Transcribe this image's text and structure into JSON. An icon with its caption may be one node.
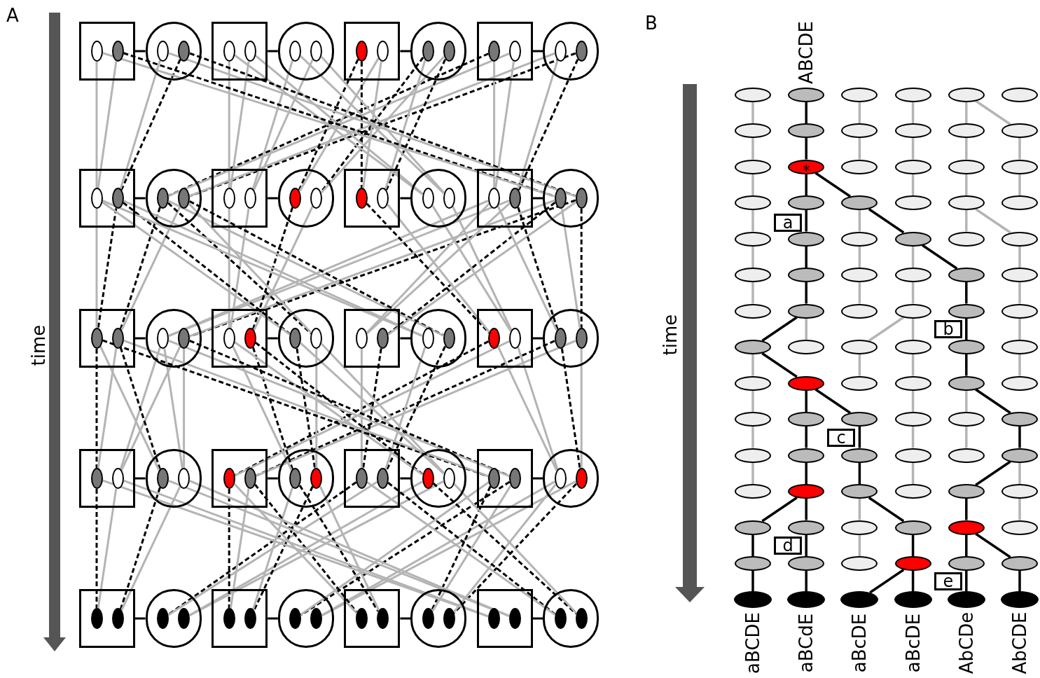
{
  "diagram": {
    "nodes": [
      {
        "text": [],
        "shape": "box"
      },
      {
        "text": [],
        "shape": "ellipse",
        "in": 0
      },
      {
        "text": [],
        "shape": "ellipse",
        "in": 0
      },
      {
        "text": [],
        "shape": "circle"
      },
      {
        "text": [],
        "shape": "ellipse",
        "in": 3
      },
      {
        "text": [],
        "shape": "ellipse",
        "in": 3
      },
      {
        "text": [],
        "shape": "box"
      },
      {
        "text": [],
        "shape": "ellipse",
        "in": 6
      },
      {
        "text": [],
        "shape": "ellipse",
        "in": 6
      },
      {
        "text": [],
        "shape": "circle"
      },
      {
        "text": [],
        "shape": "ellipse",
        "in": 9
      },
      {
        "text": [],
        "shape": "ellipse",
        "in": 9
      },
      {
        "text": [],
        "shape": "box"
      },
      {
        "text": [],
        "shape": "ellipse",
        "in": 12
      },
      {
        "text": [],
        "shape": "ellipse",
        "in": 12
      },
      {
        "text": [],
        "shape": "circle"
      },
      {
        "text": [],
        "shape": "ellipse",
        "in": 15
      },
      {
        "text": [],
        "shape": "ellipse",
        "in": 15
      },
      {
        "text": [],
        "shape": "box"
      },
      {
        "text": [],
        "shape": "ellipse",
        "in": 18
      },
      {
        "text": [],
        "shape": "ellipse",
        "in": 18
      },
      {
        "text": [],
        "shape": "circle"
      },
      {
        "text": [],
        "shape": "ellipse",
        "in": 21
      },
      {
        "text": [],
        "shape": "ellipse",
        "in": 21
      },
      {
        "text": [],
        "shape": "box"
      },
      {
        "text": [],
        "shape": "ellipse",
        "in": 24
      },
      {
        "text": [],
        "shape": "ellipse",
        "in": 24
      },
      {
        "text": [],
        "shape": "circle"
      },
      {
        "text": [],
        "shape": "ellipse",
        "in": 27
      },
      {
        "text": [],
        "shape": "ellipse",
        "in": 27
      },
      {
        "text": [],
        "shape": "box"
      },
      {
        "text": [],
        "shape": "ellipse",
        "in": 30
      },
      {
        "text": [],
        "shape": "ellipse",
        "in": 30
      },
      {
        "text": [],
        "shape": "circle"
      },
      {
        "text": [],
        "shape": "ellipse",
        "in": 33
      },
      {
        "text": [],
        "shape": "ellipse",
        "in": 33
      },
      {
        "text": [],
        "shape": "box"
      },
      {
        "text": [],
        "shape": "ellipse",
        "in": 36
      },
      {
        "text": [],
        "shape": "ellipse",
        "in": 36
      },
      {
        "text": [],
        "shape": "circle"
      },
      {
        "text": [],
        "shape": "ellipse",
        "in": 39
      },
      {
        "text": [],
        "shape": "ellipse",
        "in": 39
      },
      {
        "text": [],
        "shape": "box"
      },
      {
        "text": [],
        "shape": "ellipse",
        "in": 42
      },
      {
        "text": [],
        "shape": "ellipse",
        "in": 42
      },
      {
        "text": [],
        "shape": "circle"
      },
      {
        "text": [],
        "shape": "ellipse",
        "in": 45
      },
      {
        "text": [],
        "shape": "ellipse",
        "in": 45
      },
      {
        "text": [],
        "shape": "box"
      },
      {
        "text": [],
        "shape": "ellipse",
        "in": 48
      },
      {
        "text": [],
        "shape": "ellipse",
        "in": 48
      },
      {
        "text": [],
        "shape": "circle"
      },
      {
        "text": [],
        "shape": "ellipse",
        "in": 51
      },
      {
        "text": [],
        "shape": "ellipse",
        "in": 51
      },
      {
        "text": [],
        "shape": "box"
      },
      {
        "text": [],
        "shape": "ellipse",
        "in": 54
      },
      {
        "text": [],
        "shape": "ellipse",
        "in": 54
      },
      {
        "text": [],
        "shape": "circle"
      },
      {
        "text": [],
        "shape": "ellipse",
        "in": 57
      },
      {
        "text": [],
        "shape": "ellipse",
        "in": 57
      },
      {
        "text": [],
        "shape": "box"
      },
      {
        "text": [],
        "shape": "ellipse",
        "in": 60
      },
      {
        "text": [],
        "shape": "ellipse",
        "in": 60
      },
      {
        "text": [],
        "shape": "circle"
      },
      {
        "text": [],
        "shape": "ellipse",
        "in": 63
      },
      {
        "text": [],
        "shape": "ellipse",
        "in": 63
      },
      {
        "text": [],
        "shape": "box"
      },
      {
        "text": [],
        "shape": "ellipse",
        "in": 66
      },
      {
        "text": [],
        "shape": "ellipse",
        "in": 66
      },
      {
        "text": [],
        "shape": "circle"
      },
      {
        "text": [],
        "shape": "ellipse",
        "in": 69
      },
      {
        "text": [],
        "shape": "ellipse",
        "in": 69
      },
      {
        "text": [],
        "shape": "box"
      },
      {
        "text": [],
        "shape": "ellipse",
        "in": 72
      },
      {
        "text": [],
        "shape": "ellipse",
        "in": 72
      },
      {
        "text": [],
        "shape": "circle"
      },
      {
        "text": [],
        "shape": "ellipse",
        "in": 75
      },
      {
        "text": [],
        "shape": "ellipse",
        "in": 75
      },
      {
        "text": [],
        "shape": "box"
      },
      {
        "text": [],
        "shape": "ellipse",
        "in": 78
      },
      {
        "text": [],
        "shape": "ellipse",
        "in": 78
      },
      {
        "text": [],
        "shape": "circle"
      },
      {
        "text": [],
        "shape": "ellipse",
        "in": 81
      },
      {
        "text": [],
        "shape": "ellipse",
        "in": 81
      },
      {
        "text": [],
        "shape": "box"
      },
      {
        "text": [],
        "shape": "ellipse",
        "in": 84
      },
      {
        "text": [],
        "shape": "ellipse",
        "in": 84
      },
      {
        "text": [],
        "shape": "circle"
      },
      {
        "text": [],
        "shape": "ellipse",
        "in": 87
      },
      {
        "text": [],
        "shape": "ellipse",
        "in": 87
      },
      {
        "text": [],
        "shape": "box"
      },
      {
        "text": [],
        "shape": "ellipse",
        "in": 90
      },
      {
        "text": [],
        "shape": "ellipse",
        "in": 90
      },
      {
        "text": [],
        "shape": "circle"
      },
      {
        "text": [],
        "shape": "ellipse",
        "in": 93
      },
      {
        "text": [],
        "shape": "ellipse",
        "in": 93
      },
      {
        "text": [],
        "shape": "box"
      },
      {
        "text": [],
        "shape": "ellipse",
        "in": 96
      },
      {
        "text": [],
        "shape": "ellipse",
        "in": 96
      },
      {
        "text": [],
        "shape": "circle"
      },
      {
        "text": [],
        "shape": "ellipse",
        "in": 99
      },
      {
        "text": [],
        "shape": "ellipse",
        "in": 99
      },
      {
        "text": [],
        "shape": "box"
      },
      {
        "text": [],
        "shape": "ellipse",
        "in": 102
      },
      {
        "text": [],
        "shape": "ellipse",
        "in": 102
      },
      {
        "text": [],
        "shape": "circle"
      },
      {
        "text": [],
        "shape": "ellipse",
        "in": 105
      },
      {
        "text": [],
        "shape": "ellipse",
        "in": 105
      },
      {
        "text": [],
        "shape": "box"
      },
      {
        "text": [],
        "shape": "ellipse",
        "in": 108
      },
      {
        "text": [],
        "shape": "ellipse",
        "in": 108
      },
      {
        "text": [],
        "shape": "circle"
      },
      {
        "text": [],
        "shape": "ellipse",
        "in": 111
      },
      {
        "text": [],
        "shape": "ellipse",
        "in": 111
      },
      {
        "text": [],
        "shape": "box"
      },
      {
        "text": [],
        "shape": "ellipse",
        "in": 114
      },
      {
        "text": [],
        "shape": "ellipse",
        "in": 114
      },
      {
        "text": [],
        "shape": "circle"
      },
      {
        "text": [],
        "shape": "ellipse",
        "in": 117
      },
      {
        "text": [],
        "shape": "ellipse",
        "in": 117
      },
      {
        "text": [],
        "shape": "ellipse"
      },
      {
        "text": [],
        "shape": "ellipse",
        "beside": [
          "ABCDE"
        ]
      },
      {
        "text": [],
        "shape": "ellipse"
      },
      {
        "text": [],
        "shape": "ellipse"
      },
      {
        "text": [],
        "shape": "ellipse"
      },
      {
        "text": [],
        "shape": "ellipse"
      },
      {
        "text": [],
        "shape": "ellipse"
      },
      {
        "text": [],
        "shape": "ellipse"
      },
      {
        "text": [],
        "shape": "ellipse"
      },
      {
        "text": [],
        "shape": "ellipse"
      },
      {
        "text": [],
        "shape": "ellipse"
      },
      {
        "text": [],
        "shape": "ellipse"
      },
      {
        "text": [],
        "shape": "ellipse"
      },
      {
        "text": [
          "*"
        ]
      },
      {
        "text": [],
        "shape": "ellipse"
      },
      {
        "text": [],
        "shape": "ellipse"
      },
      {
        "text": [],
        "shape": "ellipse"
      },
      {
        "text": [],
        "shape": "ellipse"
      },
      {
        "text": [],
        "shape": "ellipse"
      },
      {
        "text": [],
        "shape": "ellipse"
      },
      {
        "text": [],
        "shape": "ellipse"
      },
      {
        "text": [],
        "shape": "ellipse"
      },
      {
        "text": [],
        "shape": "ellipse"
      },
      {
        "text": [],
        "shape": "ellipse"
      },
      {
        "text": [],
        "shape": "ellipse"
      },
      {
        "text": [],
        "shape": "ellipse"
      },
      {
        "text": [],
        "shape": "ellipse"
      },
      {
        "text": [],
        "shape": "ellipse"
      },
      {
        "text": [],
        "shape": "ellipse"
      },
      {
        "text": [],
        "shape": "ellipse"
      },
      {
        "text": [],
        "shape": "ellipse"
      },
      {
        "text": [],
        "shape": "ellipse"
      },
      {
        "text": [],
        "shape": "ellipse"
      },
      {
        "text": [],
        "shape": "ellipse"
      },
      {
        "text": [],
        "shape": "ellipse"
      },
      {
        "text": [],
        "shape": "ellipse"
      },
      {
        "text": [],
        "shape": "ellipse"
      },
      {
        "text": [],
        "shape": "ellipse"
      },
      {
        "text": [],
        "shape": "ellipse"
      },
      {
        "text": [],
        "shape": "ellipse"
      },
      {
        "text": [],
        "shape": "ellipse"
      },
      {
        "text": [],
        "shape": "ellipse"
      },
      {
        "text": [],
        "shape": "ellipse"
      },
      {
        "text": [],
        "shape": "ellipse"
      },
      {
        "text": [],
        "shape": "ellipse"
      },
      {
        "text": [],
        "shape": "ellipse"
      },
      {
        "text": [],
        "shape": "ellipse"
      },
      {
        "text": [],
        "shape": "ellipse"
      },
      {
        "text": [],
        "shape": "ellipse"
      },
      {
        "text": [],
        "shape": "ellipse"
      },
      {
        "text": [],
        "shape": "ellipse"
      },
      {
        "text": [],
        "shape": "ellipse"
      },
      {
        "text": [],
        "shape": "ellipse"
      },
      {
        "text": [],
        "shape": "ellipse"
      },
      {
        "text": [],
        "shape": "ellipse"
      },
      {
        "text": [],
        "shape": "ellipse"
      },
      {
        "text": [],
        "shape": "ellipse"
      },
      {
        "text": [],
        "shape": "ellipse"
      },
      {
        "text": [],
        "shape": "ellipse"
      },
      {
        "text": [],
        "shape": "ellipse"
      },
      {
        "text": [],
        "shape": "ellipse"
      },
      {
        "text": [],
        "shape": "ellipse"
      },
      {
        "text": [],
        "shape": "ellipse"
      },
      {
        "text": [],
        "shape": "ellipse"
      },
      {
        "text": [],
        "shape": "ellipse"
      },
      {
        "text": [],
        "shape": "ellipse"
      },
      {
        "text": [],
        "shape": "ellipse"
      },
      {
        "text": [],
        "shape": "ellipse"
      },
      {
        "text": [],
        "shape": "ellipse"
      },
      {
        "text": [],
        "shape": "ellipse"
      },
      {
        "text": [],
        "shape": "ellipse"
      },
      {
        "text": [],
        "shape": "ellipse"
      },
      {
        "text": [],
        "shape": "ellipse"
      },
      {
        "text": [],
        "shape": "ellipse"
      },
      {
        "text": [],
        "shape": "ellipse"
      },
      {
        "text": [],
        "shape": "ellipse"
      },
      {
        "text": [],
        "shape": "ellipse"
      },
      {
        "text": [],
        "shape": "ellipse"
      },
      {
        "text": [],
        "shape": "ellipse"
      },
      {
        "text": [],
        "shape": "ellipse"
      },
      {
        "text": [],
        "shape": "ellipse"
      },
      {
        "text": [],
        "shape": "ellipse"
      },
      {
        "text": [],
        "shape": "ellipse"
      },
      {
        "text": [],
        "shape": "ellipse"
      },
      {
        "text": [],
        "shape": "ellipse",
        "beside": [
          "aBCDE"
        ]
      },
      {
        "text": [],
        "shape": "ellipse",
        "beside": [
          "aBCdE"
        ]
      },
      {
        "text": [],
        "shape": "ellipse",
        "beside": [
          "aBcDE"
        ]
      },
      {
        "text": [],
        "shape": "ellipse",
        "beside": [
          "aBcDE"
        ]
      },
      {
        "text": [],
        "shape": "ellipse",
        "beside": [
          "AbCDe"
        ]
      },
      {
        "text": [],
        "shape": "ellipse",
        "beside": [
          "AbCDE"
        ]
      },
      {
        "text": [
          "a"
        ]
      },
      {
        "text": [
          "b"
        ]
      },
      {
        "text": [
          "c"
        ]
      },
      {
        "text": [
          "d"
        ]
      },
      {
        "text": [
          "e"
        ]
      }
    ],
    "edges": [
      {
        "from": 0,
        "to": 3,
        "arrow": "none",
        "color": "#000000"
      },
      {
        "from": 6,
        "to": 9,
        "arrow": "none",
        "color": "#000000"
      },
      {
        "from": 12,
        "to": 15,
        "arrow": "none",
        "color": "#000000"
      },
      {
        "from": 18,
        "to": 21,
        "arrow": "none",
        "color": "#000000"
      },
      {
        "from": 24,
        "to": 27,
        "arrow": "none",
        "color": "#000000"
      },
      {
        "from": 30,
        "to": 33,
        "arrow": "none",
        "color": "#000000"
      },
      {
        "from": 36,
        "to": 39,
        "arrow": "none",
        "color": "#000000"
      },
      {
        "from": 42,
        "to": 45,
        "arrow": "none",
        "color": "#000000"
      },
      {
        "from": 48,
        "to": 51,
        "arrow": "none",
        "color": "#000000"
      },
      {
        "from": 54,
        "to": 57,
        "arrow": "none",
        "color": "#000000"
      },
      {
        "from": 60,
        "to": 63,
        "arrow": "none",
        "color": "#000000"
      },
      {
        "from": 66,
        "to": 69,
        "arrow": "none",
        "color": "#000000"
      },
      {
        "from": 72,
        "to": 75,
        "arrow": "none",
        "color": "#000000"
      },
      {
        "from": 78,
        "to": 81,
        "arrow": "none",
        "color": "#000000"
      },
      {
        "from": 84,
        "to": 87,
        "arrow": "none",
        "color": "#000000"
      },
      {
        "from": 90,
        "to": 93,
        "arrow": "none",
        "color": "#000000"
      },
      {
        "from": 96,
        "to": 99,
        "arrow": "none",
        "color": "#000000"
      },
      {
        "from": 102,
        "to": 105,
        "arrow": "none",
        "color": "#000000"
      },
      {
        "from": 108,
        "to": 111,
        "arrow": "none",
        "color": "#000000"
      },
      {
        "from": 114,
        "to": 117,
        "arrow": "none",
        "color": "#000000"
      },
      {
        "from": 1,
        "to": 25,
        "arrow": "none"
      },
      {
        "from": 2,
        "to": 25,
        "arrow": "none"
      },
      {
        "from": 5,
        "to": 26,
        "arrow": "none",
        "style": "dashed",
        "color": "#000000"
      },
      {
        "from": 4,
        "to": 26,
        "arrow": "none"
      },
      {
        "from": 19,
        "to": 28,
        "arrow": "none",
        "style": "dashed",
        "color": "#000000"
      },
      {
        "from": 20,
        "to": 28,
        "arrow": "none"
      },
      {
        "from": 23,
        "to": 29,
        "arrow": "none",
        "style": "dashed",
        "color": "#000000"
      },
      {
        "from": 22,
        "to": 29,
        "arrow": "none"
      },
      {
        "from": 7,
        "to": 31,
        "arrow": "none"
      },
      {
        "from": 8,
        "to": 31,
        "arrow": "none"
      },
      {
        "from": 11,
        "to": 32,
        "arrow": "none"
      },
      {
        "from": 10,
        "to": 32,
        "arrow": "none"
      },
      {
        "from": 13,
        "to": 34,
        "arrow": "none",
        "style": "dashed",
        "color": "#000000"
      },
      {
        "from": 14,
        "to": 34,
        "arrow": "none"
      },
      {
        "from": 16,
        "to": 35,
        "arrow": "none",
        "style": "dashed",
        "color": "#000000"
      },
      {
        "from": 17,
        "to": 35,
        "arrow": "none"
      },
      {
        "from": 13,
        "to": 37,
        "arrow": "none",
        "style": "dashed",
        "color": "#000000"
      },
      {
        "from": 14,
        "to": 37,
        "arrow": "none"
      },
      {
        "from": 17,
        "to": 38,
        "arrow": "none",
        "style": "dashed",
        "color": "#000000"
      },
      {
        "from": 16,
        "to": 38,
        "arrow": "none"
      },
      {
        "from": 8,
        "to": 40,
        "arrow": "none"
      },
      {
        "from": 7,
        "to": 40,
        "arrow": "none"
      },
      {
        "from": 10,
        "to": 41,
        "arrow": "none"
      },
      {
        "from": 11,
        "to": 41,
        "arrow": "none"
      },
      {
        "from": 20,
        "to": 43,
        "arrow": "none"
      },
      {
        "from": 19,
        "to": 43,
        "arrow": "none"
      },
      {
        "from": 23,
        "to": 44,
        "arrow": "none",
        "style": "dashed",
        "color": "#000000"
      },
      {
        "from": 22,
        "to": 44,
        "arrow": "none"
      },
      {
        "from": 2,
        "to": 46,
        "arrow": "none",
        "style": "dashed",
        "color": "#000000"
      },
      {
        "from": 1,
        "to": 46,
        "arrow": "none"
      },
      {
        "from": 5,
        "to": 47,
        "arrow": "none",
        "style": "dashed",
        "color": "#000000"
      },
      {
        "from": 4,
        "to": 47,
        "arrow": "none"
      },
      {
        "from": 26,
        "to": 49,
        "arrow": "none",
        "style": "dashed",
        "color": "#000000"
      },
      {
        "from": 25,
        "to": 49,
        "arrow": "none"
      },
      {
        "from": 28,
        "to": 50,
        "arrow": "none",
        "style": "dashed",
        "color": "#000000"
      },
      {
        "from": 29,
        "to": 50,
        "arrow": "none"
      },
      {
        "from": 43,
        "to": 52,
        "arrow": "none"
      },
      {
        "from": 44,
        "to": 52,
        "arrow": "none"
      },
      {
        "from": 47,
        "to": 53,
        "arrow": "none",
        "style": "dashed",
        "color": "#000000"
      },
      {
        "from": 46,
        "to": 53,
        "arrow": "none"
      },
      {
        "from": 31,
        "to": 55,
        "arrow": "none"
      },
      {
        "from": 32,
        "to": 55,
        "arrow": "none"
      },
      {
        "from": 34,
        "to": 56,
        "arrow": "none",
        "style": "dashed",
        "color": "#000000"
      },
      {
        "from": 35,
        "to": 56,
        "arrow": "none"
      },
      {
        "from": 26,
        "to": 58,
        "arrow": "none",
        "style": "dashed",
        "color": "#000000"
      },
      {
        "from": 25,
        "to": 58,
        "arrow": "none"
      },
      {
        "from": 28,
        "to": 59,
        "arrow": "none",
        "style": "dashed",
        "color": "#000000"
      },
      {
        "from": 29,
        "to": 59,
        "arrow": "none"
      },
      {
        "from": 43,
        "to": 61,
        "arrow": "none"
      },
      {
        "from": 44,
        "to": 61,
        "arrow": "none"
      },
      {
        "from": 46,
        "to": 62,
        "arrow": "none",
        "style": "dashed",
        "color": "#000000"
      },
      {
        "from": 47,
        "to": 62,
        "arrow": "none"
      },
      {
        "from": 25,
        "to": 64,
        "arrow": "none"
      },
      {
        "from": 26,
        "to": 64,
        "arrow": "none"
      },
      {
        "from": 29,
        "to": 65,
        "arrow": "none",
        "style": "dashed",
        "color": "#000000"
      },
      {
        "from": 28,
        "to": 65,
        "arrow": "none"
      },
      {
        "from": 37,
        "to": 67,
        "arrow": "none",
        "style": "dashed",
        "color": "#000000"
      },
      {
        "from": 38,
        "to": 67,
        "arrow": "none"
      },
      {
        "from": 41,
        "to": 68,
        "arrow": "none"
      },
      {
        "from": 40,
        "to": 68,
        "arrow": "none"
      },
      {
        "from": 44,
        "to": 70,
        "arrow": "none",
        "style": "dashed",
        "color": "#000000"
      },
      {
        "from": 43,
        "to": 70,
        "arrow": "none"
      },
      {
        "from": 47,
        "to": 71,
        "arrow": "none",
        "style": "dashed",
        "color": "#000000"
      },
      {
        "from": 46,
        "to": 71,
        "arrow": "none"
      },
      {
        "from": 49,
        "to": 73,
        "arrow": "none",
        "style": "dashed",
        "color": "#000000"
      },
      {
        "from": 50,
        "to": 73,
        "arrow": "none"
      },
      {
        "from": 52,
        "to": 74,
        "arrow": "none"
      },
      {
        "from": 53,
        "to": 74,
        "arrow": "none"
      },
      {
        "from": 50,
        "to": 76,
        "arrow": "none",
        "style": "dashed",
        "color": "#000000"
      },
      {
        "from": 49,
        "to": 76,
        "arrow": "none"
      },
      {
        "from": 52,
        "to": 77,
        "arrow": "none"
      },
      {
        "from": 53,
        "to": 77,
        "arrow": "none"
      },
      {
        "from": 67,
        "to": 79,
        "arrow": "none",
        "style": "dashed",
        "color": "#000000"
      },
      {
        "from": 68,
        "to": 79,
        "arrow": "none"
      },
      {
        "from": 70,
        "to": 80,
        "arrow": "none",
        "style": "dashed",
        "color": "#000000"
      },
      {
        "from": 71,
        "to": 80,
        "arrow": "none"
      },
      {
        "from": 56,
        "to": 82,
        "arrow": "none",
        "style": "dashed",
        "color": "#000000"
      },
      {
        "from": 55,
        "to": 82,
        "arrow": "none"
      },
      {
        "from": 58,
        "to": 83,
        "arrow": "none",
        "style": "dashed",
        "color": "#000000"
      },
      {
        "from": 59,
        "to": 83,
        "arrow": "none"
      },
      {
        "from": 62,
        "to": 85,
        "arrow": "none",
        "style": "dashed",
        "color": "#000000"
      },
      {
        "from": 61,
        "to": 85,
        "arrow": "none"
      },
      {
        "from": 65,
        "to": 86,
        "arrow": "none",
        "style": "dashed",
        "color": "#000000"
      },
      {
        "from": 64,
        "to": 86,
        "arrow": "none"
      },
      {
        "from": 56,
        "to": 88,
        "arrow": "none",
        "style": "dashed",
        "color": "#000000"
      },
      {
        "from": 55,
        "to": 88,
        "arrow": "none"
      },
      {
        "from": 59,
        "to": 89,
        "arrow": "none"
      },
      {
        "from": 58,
        "to": 89,
        "arrow": "none"
      },
      {
        "from": 49,
        "to": 91,
        "arrow": "none",
        "style": "dashed",
        "color": "#000000"
      },
      {
        "from": 50,
        "to": 91,
        "arrow": "none"
      },
      {
        "from": 53,
        "to": 92,
        "arrow": "none",
        "style": "dashed",
        "color": "#000000"
      },
      {
        "from": 52,
        "to": 92,
        "arrow": "none"
      },
      {
        "from": 68,
        "to": 94,
        "arrow": "none"
      },
      {
        "from": 67,
        "to": 94,
        "arrow": "none"
      },
      {
        "from": 70,
        "to": 95,
        "arrow": "none",
        "style": "dashed",
        "color": "#000000"
      },
      {
        "from": 71,
        "to": 95,
        "arrow": "none"
      },
      {
        "from": 73,
        "to": 97,
        "arrow": "none",
        "style": "dashed",
        "color": "#000000"
      },
      {
        "from": 74,
        "to": 97,
        "arrow": "none"
      },
      {
        "from": 76,
        "to": 98,
        "arrow": "none",
        "style": "dashed",
        "color": "#000000"
      },
      {
        "from": 77,
        "to": 98,
        "arrow": "none"
      },
      {
        "from": 85,
        "to": 100,
        "arrow": "none",
        "style": "dashed",
        "color": "#000000"
      },
      {
        "from": 86,
        "to": 100,
        "arrow": "none"
      },
      {
        "from": 89,
        "to": 101,
        "arrow": "none"
      },
      {
        "from": 88,
        "to": 101,
        "arrow": "none"
      },
      {
        "from": 79,
        "to": 103,
        "arrow": "none",
        "style": "dashed",
        "color": "#000000"
      },
      {
        "from": 80,
        "to": 103,
        "arrow": "none"
      },
      {
        "from": 83,
        "to": 104,
        "arrow": "none",
        "style": "dashed",
        "color": "#000000"
      },
      {
        "from": 82,
        "to": 104,
        "arrow": "none"
      },
      {
        "from": 92,
        "to": 106,
        "arrow": "none",
        "style": "dashed",
        "color": "#000000"
      },
      {
        "from": 91,
        "to": 106,
        "arrow": "none"
      },
      {
        "from": 94,
        "to": 107,
        "arrow": "none"
      },
      {
        "from": 95,
        "to": 107,
        "arrow": "none"
      },
      {
        "from": 80,
        "to": 109,
        "arrow": "none",
        "style": "dashed",
        "color": "#000000"
      },
      {
        "from": 79,
        "to": 109,
        "arrow": "none"
      },
      {
        "from": 82,
        "to": 110,
        "arrow": "none",
        "style": "dashed",
        "color": "#000000"
      },
      {
        "from": 83,
        "to": 110,
        "arrow": "none"
      },
      {
        "from": 91,
        "to": 112,
        "arrow": "none",
        "style": "dashed",
        "color": "#000000"
      },
      {
        "from": 92,
        "to": 112,
        "arrow": "none"
      },
      {
        "from": 95,
        "to": 113,
        "arrow": "none",
        "style": "dashed",
        "color": "#000000"
      },
      {
        "from": 94,
        "to": 113,
        "arrow": "none"
      },
      {
        "from": 74,
        "to": 115,
        "arrow": "none"
      },
      {
        "from": 73,
        "to": 115,
        "arrow": "none"
      },
      {
        "from": 77,
        "to": 116,
        "arrow": "none"
      },
      {
        "from": 76,
        "to": 116,
        "arrow": "none"
      },
      {
        "from": 86,
        "to": 118,
        "arrow": "none",
        "style": "dashed",
        "color": "#000000"
      },
      {
        "from": 85,
        "to": 118,
        "arrow": "none"
      },
      {
        "from": 88,
        "to": 119,
        "arrow": "none",
        "style": "dashed",
        "color": "#000000"
      },
      {
        "from": 89,
        "to": 119,
        "arrow": "none"
      },
      {
        "from": 120,
        "to": 126,
        "arrow": "none"
      },
      {
        "from": 121,
        "to": 127,
        "arrow": "none",
        "color": "#000000"
      },
      {
        "from": 122,
        "to": 128,
        "arrow": "none"
      },
      {
        "from": 123,
        "to": 129,
        "arrow": "none"
      },
      {
        "from": 124,
        "to": 130,
        "arrow": "none"
      },
      {
        "from": 124,
        "to": 131,
        "arrow": "none"
      },
      {
        "from": 126,
        "to": 132,
        "arrow": "none"
      },
      {
        "from": 127,
        "to": 133,
        "arrow": "none",
        "color": "#000000"
      },
      {
        "from": 128,
        "to": 134,
        "arrow": "none"
      },
      {
        "from": 129,
        "to": 135,
        "arrow": "none"
      },
      {
        "from": 130,
        "to": 136,
        "arrow": "none"
      },
      {
        "from": 131,
        "to": 137,
        "arrow": "none"
      },
      {
        "from": 132,
        "to": 138,
        "arrow": "none"
      },
      {
        "from": 133,
        "to": 139,
        "arrow": "none",
        "color": "#000000"
      },
      {
        "from": 133,
        "to": 140,
        "arrow": "none",
        "color": "#000000"
      },
      {
        "from": 135,
        "to": 141,
        "arrow": "none"
      },
      {
        "from": 136,
        "to": 142,
        "arrow": "none"
      },
      {
        "from": 137,
        "to": 143,
        "arrow": "none"
      },
      {
        "from": 138,
        "to": 144,
        "arrow": "none"
      },
      {
        "from": 139,
        "to": 145,
        "arrow": "none",
        "color": "#000000"
      },
      {
        "from": 140,
        "to": 146,
        "arrow": "none"
      },
      {
        "from": 140,
        "to": 147,
        "arrow": "none",
        "color": "#000000"
      },
      {
        "from": 142,
        "to": 148,
        "arrow": "none"
      },
      {
        "from": 142,
        "to": 149,
        "arrow": "none"
      },
      {
        "from": 144,
        "to": 150,
        "arrow": "none"
      },
      {
        "from": 145,
        "to": 151,
        "arrow": "none",
        "color": "#000000"
      },
      {
        "from": 146,
        "to": 152,
        "arrow": "none"
      },
      {
        "from": 147,
        "to": 153,
        "arrow": "none"
      },
      {
        "from": 147,
        "to": 154,
        "arrow": "none",
        "color": "#000000"
      },
      {
        "from": 149,
        "to": 155,
        "arrow": "none"
      },
      {
        "from": 150,
        "to": 156,
        "arrow": "none"
      },
      {
        "from": 151,
        "to": 157,
        "arrow": "none",
        "color": "#000000"
      },
      {
        "from": 152,
        "to": 158,
        "arrow": "none"
      },
      {
        "from": 153,
        "to": 159,
        "arrow": "none"
      },
      {
        "from": 154,
        "to": 160,
        "arrow": "none",
        "color": "#000000"
      },
      {
        "from": 155,
        "to": 161,
        "arrow": "none"
      },
      {
        "from": 157,
        "to": 162,
        "arrow": "none",
        "color": "#000000"
      },
      {
        "from": 157,
        "to": 163,
        "arrow": "none"
      },
      {
        "from": 159,
        "to": 164,
        "arrow": "none"
      },
      {
        "from": 159,
        "to": 165,
        "arrow": "none"
      },
      {
        "from": 160,
        "to": 166,
        "arrow": "none",
        "color": "#000000"
      },
      {
        "from": 161,
        "to": 167,
        "arrow": "none"
      },
      {
        "from": 162,
        "to": 168,
        "arrow": "none"
      },
      {
        "from": 162,
        "to": 169,
        "arrow": "none",
        "color": "#000000"
      },
      {
        "from": 164,
        "to": 170,
        "arrow": "none"
      },
      {
        "from": 165,
        "to": 171,
        "arrow": "none"
      },
      {
        "from": 166,
        "to": 172,
        "arrow": "none",
        "color": "#000000"
      },
      {
        "from": 167,
        "to": 173,
        "arrow": "none"
      },
      {
        "from": 168,
        "to": 174,
        "arrow": "none"
      },
      {
        "from": 169,
        "to": 175,
        "arrow": "none",
        "color": "#000000"
      },
      {
        "from": 169,
        "to": 176,
        "arrow": "none",
        "color": "#000000"
      },
      {
        "from": 171,
        "to": 177,
        "arrow": "none"
      },
      {
        "from": 172,
        "to": 178,
        "arrow": "none"
      },
      {
        "from": 172,
        "to": 179,
        "arrow": "none",
        "color": "#000000"
      },
      {
        "from": 174,
        "to": 180,
        "arrow": "none"
      },
      {
        "from": 175,
        "to": 181,
        "arrow": "none",
        "color": "#000000"
      },
      {
        "from": 176,
        "to": 182,
        "arrow": "none",
        "color": "#000000"
      },
      {
        "from": 177,
        "to": 183,
        "arrow": "none"
      },
      {
        "from": 178,
        "to": 184,
        "arrow": "none"
      },
      {
        "from": 179,
        "to": 185,
        "arrow": "none",
        "color": "#000000"
      },
      {
        "from": 180,
        "to": 186,
        "arrow": "none"
      },
      {
        "from": 181,
        "to": 187,
        "arrow": "none",
        "color": "#000000"
      },
      {
        "from": 182,
        "to": 188,
        "arrow": "none",
        "color": "#000000"
      },
      {
        "from": 183,
        "to": 189,
        "arrow": "none"
      },
      {
        "from": 185,
        "to": 190,
        "arrow": "none",
        "color": "#000000"
      },
      {
        "from": 185,
        "to": 191,
        "arrow": "none"
      },
      {
        "from": 187,
        "to": 192,
        "arrow": "none",
        "color": "#000000"
      },
      {
        "from": 187,
        "to": 193,
        "arrow": "none",
        "color": "#000000"
      },
      {
        "from": 188,
        "to": 194,
        "arrow": "none"
      },
      {
        "from": 188,
        "to": 195,
        "arrow": "none",
        "color": "#000000"
      },
      {
        "from": 190,
        "to": 196,
        "arrow": "none",
        "color": "#000000"
      },
      {
        "from": 191,
        "to": 197,
        "arrow": "none"
      },
      {
        "from": 192,
        "to": 198,
        "arrow": "none",
        "color": "#000000"
      },
      {
        "from": 193,
        "to": 199,
        "arrow": "none",
        "color": "#000000"
      },
      {
        "from": 194,
        "to": 200,
        "arrow": "none"
      },
      {
        "from": 195,
        "to": 201,
        "arrow": "none",
        "color": "#000000"
      },
      {
        "from": 196,
        "to": 202,
        "arrow": "none",
        "color": "#000000"
      },
      {
        "from": 196,
        "to": 203,
        "arrow": "none",
        "color": "#000000"
      },
      {
        "from": 198,
        "to": 204,
        "arrow": "none",
        "color": "#000000"
      },
      {
        "from": 199,
        "to": 205,
        "arrow": "none",
        "color": "#000000"
      },
      {
        "from": 201,
        "to": 206,
        "arrow": "none",
        "color": "#000000"
      },
      {
        "from": 201,
        "to": 207,
        "arrow": "none",
        "color": "#000000"
      },
      {
        "from": 202,
        "to": 208,
        "arrow": "none",
        "color": "#000000"
      },
      {
        "from": 203,
        "to": 209,
        "arrow": "none",
        "color": "#000000"
      }
    ],
    "labels": [
      "A",
      "time",
      "B",
      "time"
    ]
  }
}
